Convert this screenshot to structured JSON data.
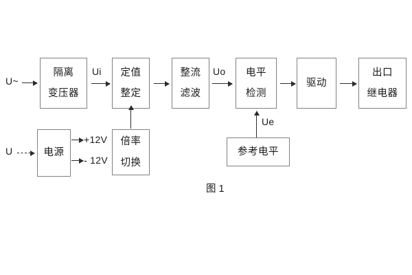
{
  "figure": {
    "caption": "图 1",
    "stroke_color": "#808080",
    "arrow_color": "#2b2b2b",
    "text_color": "#1a1a1a",
    "background": "#ffffff"
  },
  "blocks": [
    {
      "id": "isolation-transformer",
      "lines": [
        "隔离",
        "变压器"
      ]
    },
    {
      "id": "setting-value",
      "lines": [
        "定值",
        "整定"
      ]
    },
    {
      "id": "rectify-filter",
      "lines": [
        "整流",
        "滤波"
      ]
    },
    {
      "id": "level-detection",
      "lines": [
        "电平",
        "检测"
      ]
    },
    {
      "id": "drive",
      "lines": [
        "驱动"
      ]
    },
    {
      "id": "output-relay",
      "lines": [
        "出口",
        "继电器"
      ]
    },
    {
      "id": "power-supply",
      "lines": [
        "电源"
      ]
    },
    {
      "id": "multiplier-switch",
      "lines": [
        "倍率",
        "切换"
      ]
    },
    {
      "id": "reference-level",
      "lines": [
        "参考电平"
      ]
    }
  ],
  "signals": {
    "input_ac": "U~",
    "input_dc": "U",
    "ui": "Ui",
    "uo": "Uo",
    "ue": "Ue",
    "supply_positive": "+12V",
    "supply_negative": "- 12V"
  }
}
